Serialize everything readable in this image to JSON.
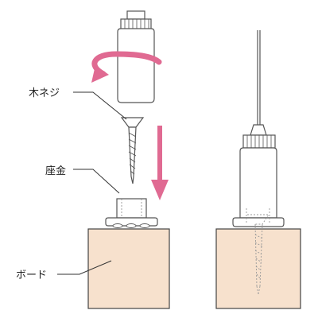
{
  "labels": {
    "screw": "木ネジ",
    "washer": "座金",
    "board": "ボード"
  },
  "colors": {
    "outline": "#555555",
    "board_fill": "#f7e1cd",
    "board_stroke": "#444444",
    "arrow_pink": "#e06a92",
    "hidden_line": "#9a9a9a",
    "background": "#ffffff"
  }
}
